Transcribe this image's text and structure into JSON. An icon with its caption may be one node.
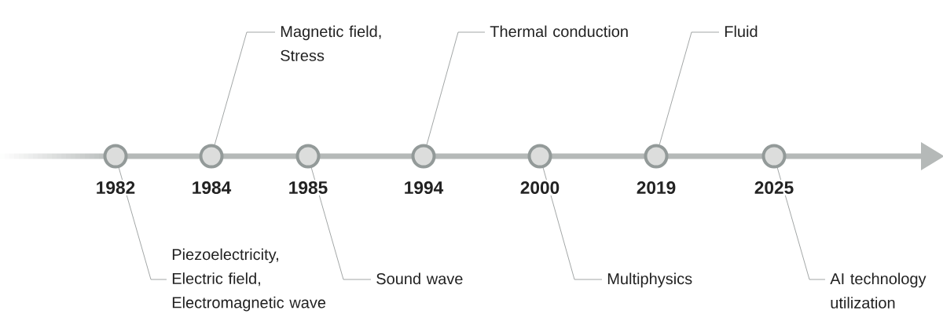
{
  "diagram": {
    "nodes": [
      {
        "text": [],
        "shape": "circle",
        "beside": [
          "1982"
        ]
      },
      {
        "text": [],
        "shape": "circle",
        "beside": [
          "1984"
        ]
      },
      {
        "text": [],
        "shape": "circle",
        "beside": [
          "1985"
        ]
      },
      {
        "text": [],
        "shape": "circle",
        "beside": [
          "1994"
        ]
      },
      {
        "text": [],
        "shape": "circle",
        "beside": [
          "2000"
        ]
      },
      {
        "text": [],
        "shape": "circle",
        "beside": [
          "2019"
        ]
      },
      {
        "text": [],
        "shape": "circle",
        "beside": [
          "2025"
        ]
      },
      {
        "text": [
          "Piezoelectricity, Electric field, Electromagnetic wave"
        ]
      },
      {
        "text": [
          "Magnetic field, Stress"
        ]
      },
      {
        "text": [
          "Sound wave"
        ]
      },
      {
        "text": [
          "Thermal conduction"
        ]
      },
      {
        "text": [
          "Multiphysics"
        ]
      },
      {
        "text": [
          "Fluid"
        ]
      },
      {
        "text": [
          "AI technology utilization"
        ]
      }
    ],
    "edges": [
      {
        "from": 7,
        "to": 0,
        "arrow": "none"
      },
      {
        "from": 8,
        "to": 1,
        "arrow": "none"
      },
      {
        "from": 9,
        "to": 2,
        "arrow": "none"
      },
      {
        "from": 10,
        "to": 3,
        "arrow": "none"
      },
      {
        "from": 11,
        "to": 4,
        "arrow": "none"
      },
      {
        "from": 12,
        "to": 5,
        "arrow": "none"
      },
      {
        "from": 13,
        "to": 6,
        "arrow": "none"
      }
    ]
  }
}
